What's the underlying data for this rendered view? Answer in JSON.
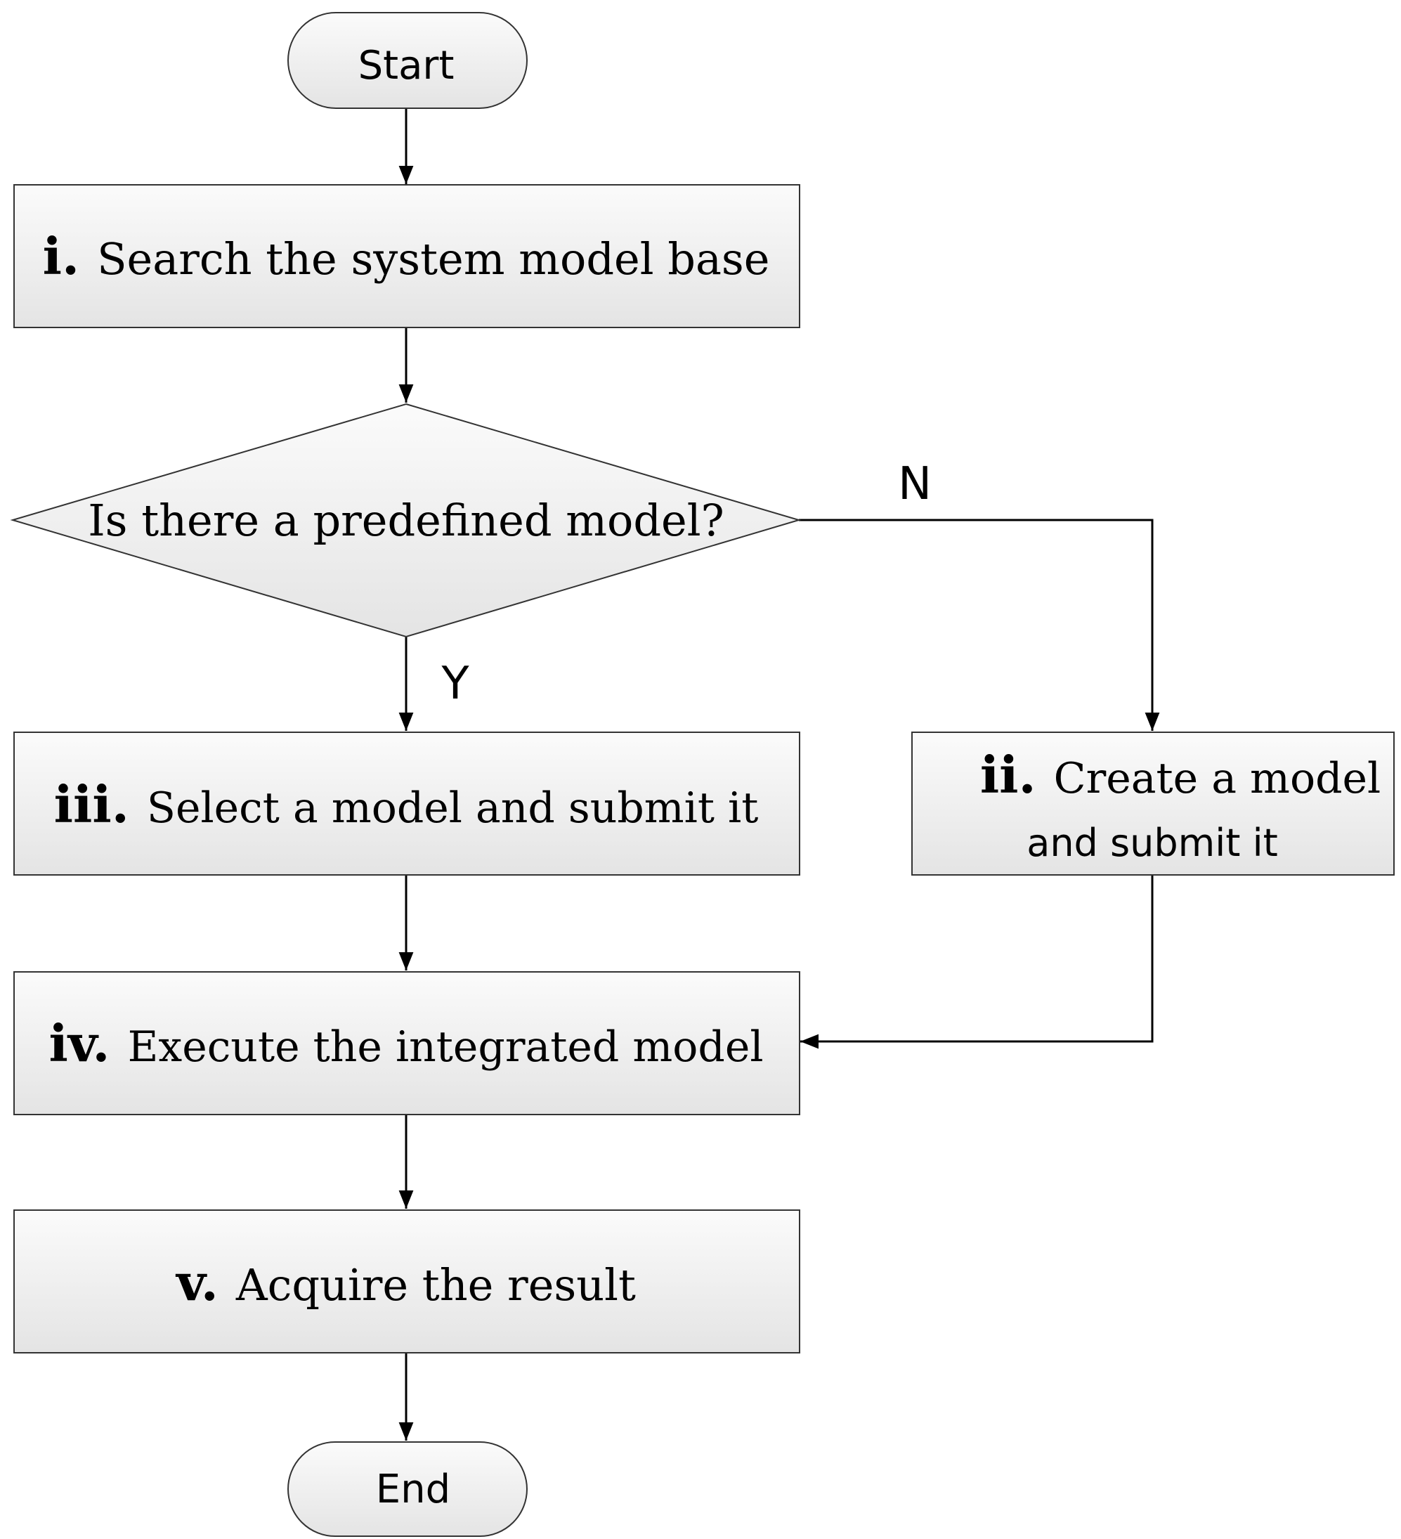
{
  "terminals": {
    "start": "Start",
    "end": "End"
  },
  "steps": {
    "search": {
      "num": "i",
      "text": "Search the system model base"
    },
    "create": {
      "num": "ii",
      "text_line1": "Create a model",
      "text_line2": "and submit it"
    },
    "select": {
      "num": "iii",
      "text": "Select a model and submit it"
    },
    "execute": {
      "num": "iv",
      "text": "Execute the integrated model"
    },
    "acquire": {
      "num": "v",
      "text": "Acquire the result"
    }
  },
  "decision": {
    "question": "Is there a predefined model?",
    "yes_label": "Y",
    "no_label": "N"
  }
}
